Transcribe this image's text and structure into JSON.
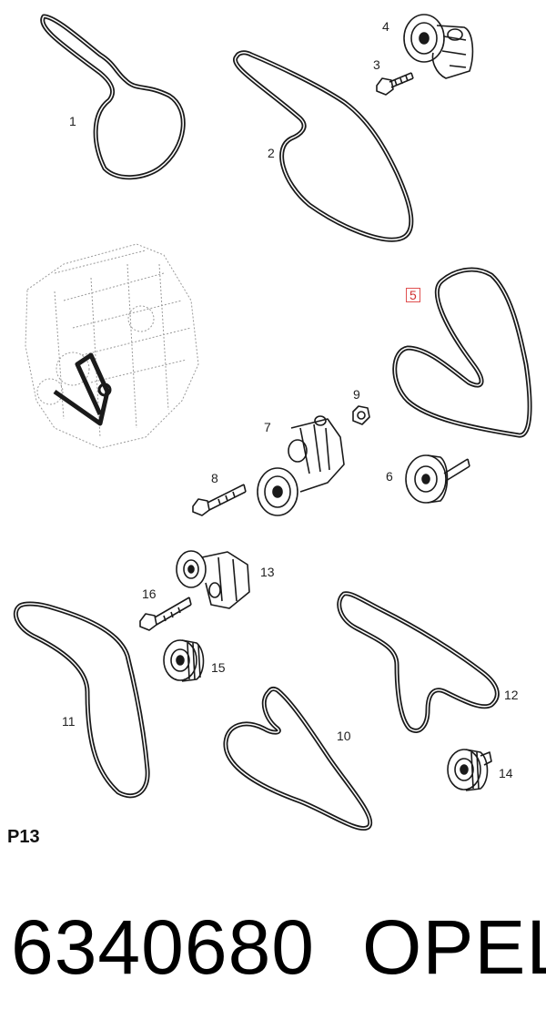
{
  "callouts": [
    {
      "id": "1",
      "text": "1",
      "highlighted": false
    },
    {
      "id": "2",
      "text": "2",
      "highlighted": false
    },
    {
      "id": "3",
      "text": "3",
      "highlighted": false
    },
    {
      "id": "4",
      "text": "4",
      "highlighted": false
    },
    {
      "id": "5",
      "text": "5",
      "highlighted": true
    },
    {
      "id": "6",
      "text": "6",
      "highlighted": false
    },
    {
      "id": "7",
      "text": "7",
      "highlighted": false
    },
    {
      "id": "8",
      "text": "8",
      "highlighted": false
    },
    {
      "id": "9",
      "text": "9",
      "highlighted": false
    },
    {
      "id": "10",
      "text": "10",
      "highlighted": false
    },
    {
      "id": "11",
      "text": "11",
      "highlighted": false
    },
    {
      "id": "12",
      "text": "12",
      "highlighted": false
    },
    {
      "id": "13",
      "text": "13",
      "highlighted": false
    },
    {
      "id": "14",
      "text": "14",
      "highlighted": false
    },
    {
      "id": "15",
      "text": "15",
      "highlighted": false
    },
    {
      "id": "16",
      "text": "16",
      "highlighted": false
    }
  ],
  "page_code": "P13",
  "footer": {
    "part_number": "6340680",
    "brand": "OPEL"
  },
  "colors": {
    "line": "#1a1a1a",
    "highlight_border": "#e05050",
    "highlight_text": "#d03030"
  }
}
